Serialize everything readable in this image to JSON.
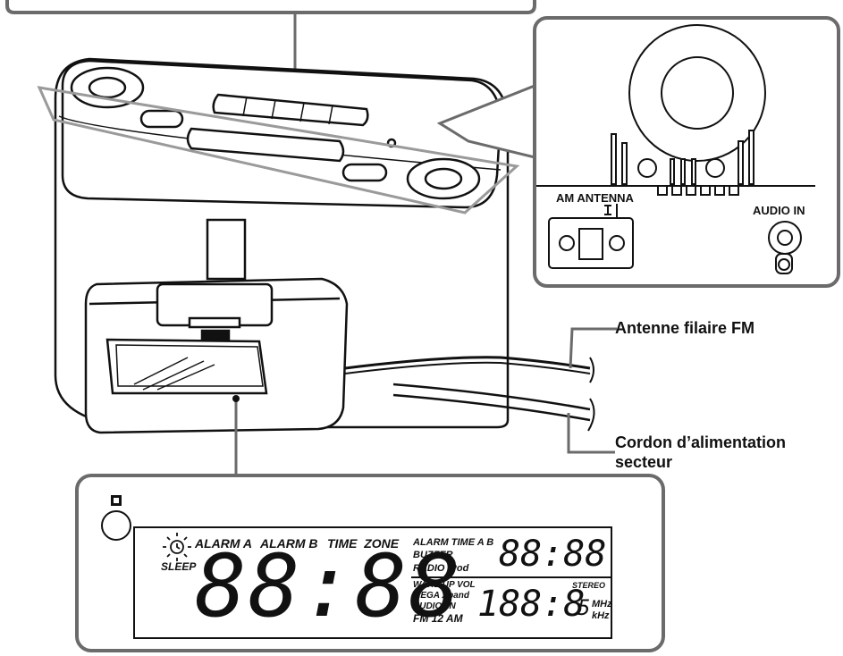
{
  "labels": {
    "fm_antenna": "Antenne filaire FM",
    "power_cord_line1": "Cordon d’alimentation",
    "power_cord_line2": "secteur"
  },
  "rear_panel": {
    "am_antenna": "AM ANTENNA",
    "audio_in": "AUDIO IN"
  },
  "display": {
    "alarm_a": "ALARM A",
    "alarm_b": "ALARM B",
    "time_zone": "TIME  ZONE",
    "sleep": "SLEEP",
    "big_time": "88:88",
    "alarm_time_ab": "ALARM TIME A B",
    "buzzer": "BUZZER",
    "radio_ipod": "RADIO iPod",
    "small_time": "88:88",
    "wake_up_vol": "WAKE UP VOL",
    "mega_xpand": "MEGA Xpand",
    "audio_in": "AUDIO  IN",
    "fm_12_am": "FM 12 AM",
    "freq": "188:8",
    "freq_last": "5",
    "stereo": "STEREO",
    "mhz": "MHz",
    "khz": "kHz"
  },
  "colors": {
    "frame": "#6b6b6b",
    "line": "#111111"
  }
}
